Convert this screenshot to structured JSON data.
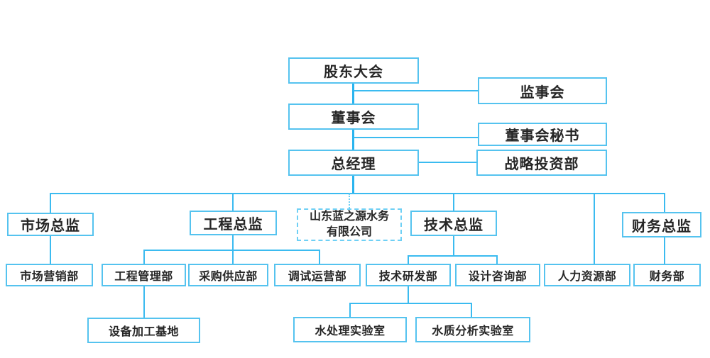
{
  "chart": {
    "type": "org-chart",
    "company": {
      "line1": "山东蓝之源水务",
      "line2": "有限公司"
    },
    "nodes": {
      "shareholders": "股东大会",
      "supervisory": "监事会",
      "board": "董事会",
      "secretary": "董事会秘书",
      "gm": "总经理",
      "strategic": "战略投资部",
      "marketing_dir": "市场总监",
      "engineering_dir": "工程总监",
      "tech_dir": "技术总监",
      "finance_dir": "财务总监",
      "marketing_dept": "市场营销部",
      "eng_mgmt_dept": "工程管理部",
      "procurement_dept": "采购供应部",
      "commissioning_dept": "调试运营部",
      "rnd_dept": "技术研发部",
      "design_dept": "设计咨询部",
      "hr_dept": "人力资源部",
      "finance_dept": "财务部",
      "equipment_base": "设备加工基地",
      "water_treatment_lab": "水处理实验室",
      "water_quality_lab": "水质分析实验室"
    },
    "colors": {
      "box_border": "#55c3ef",
      "connector": "#3bbbf0",
      "connector_strong": "#29b4ef",
      "dashed_border": "#6fd0f5",
      "text": "#262626",
      "background": "#ffffff"
    }
  }
}
